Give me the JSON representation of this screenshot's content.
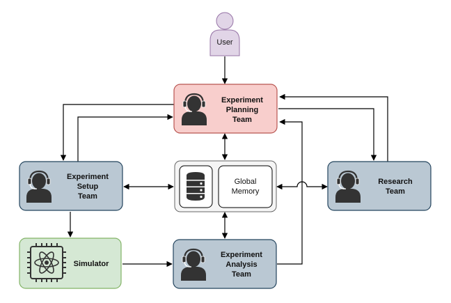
{
  "diagram": {
    "user_label": "User",
    "planning": {
      "line1": "Experiment",
      "line2": "Planning",
      "line3": "Team"
    },
    "setup": {
      "line1": "Experiment",
      "line2": "Setup",
      "line3": "Team"
    },
    "memory": {
      "line1": "Global",
      "line2": "Memory"
    },
    "research": {
      "line1": "Research",
      "line2": "Team"
    },
    "simulator": {
      "label": "Simulator"
    },
    "analysis": {
      "line1": "Experiment",
      "line2": "Analysis",
      "line3": "Team"
    }
  },
  "colors": {
    "user_fill": "#e1d5e7",
    "user_stroke": "#9673a6",
    "planning_fill": "#f8cecc",
    "planning_stroke": "#b85450",
    "team_fill": "#bac8d3",
    "team_stroke": "#23445d",
    "simulator_fill": "#d5e8d4",
    "simulator_stroke": "#82b366",
    "memory_fill": "#f5f5f5",
    "memory_stroke": "#666666",
    "icon": "#333333"
  }
}
